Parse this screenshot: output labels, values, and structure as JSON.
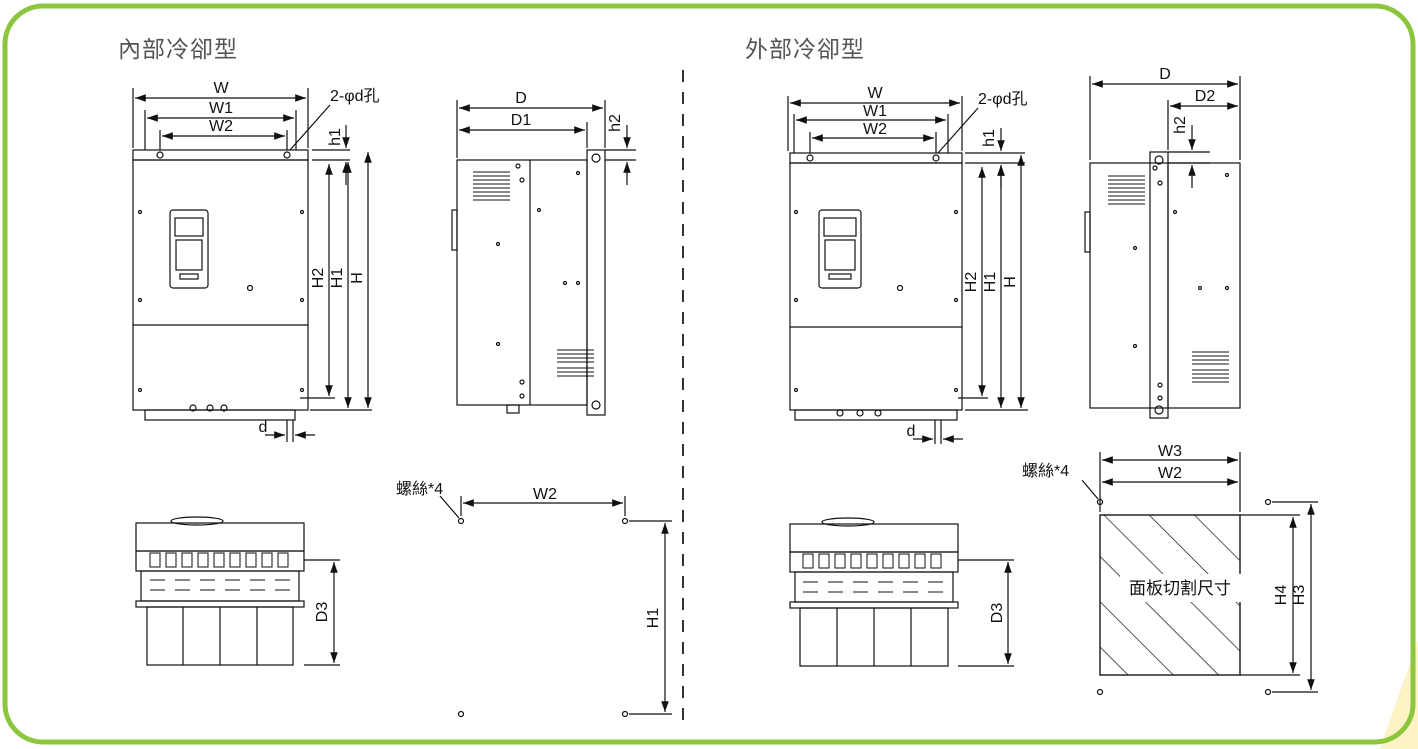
{
  "colors": {
    "border": "#8cc63f",
    "line": "#111111",
    "hatch": "#111111",
    "corner_tint": "#fdf3c4"
  },
  "left": {
    "title": "內部冷卻型",
    "labels": {
      "w": "W",
      "w1": "W1",
      "w2": "W2",
      "hole": "2-φd孔",
      "h1_top": "h1",
      "h2": "H2",
      "h1": "H1",
      "h": "H",
      "d_bottom": "d",
      "side_d": "D",
      "side_d1": "D1",
      "side_h2": "h2",
      "d3": "D3",
      "screw": "螺絲*4",
      "mount_w2": "W2",
      "mount_h1": "H1"
    }
  },
  "right": {
    "title": "外部冷卻型",
    "labels": {
      "w": "W",
      "w1": "W1",
      "w2": "W2",
      "hole": "2-φd孔",
      "h1_top": "h1",
      "h2": "H2",
      "h1": "H1",
      "h": "H",
      "d_bottom": "d",
      "side_d": "D",
      "side_d2": "D2",
      "side_h2": "h2",
      "d3": "D3",
      "screw": "螺絲*4",
      "cut_w3": "W3",
      "cut_w2": "W2",
      "cut_h4": "H4",
      "cut_h3": "H3",
      "cutout": "面板切割尺寸"
    }
  }
}
